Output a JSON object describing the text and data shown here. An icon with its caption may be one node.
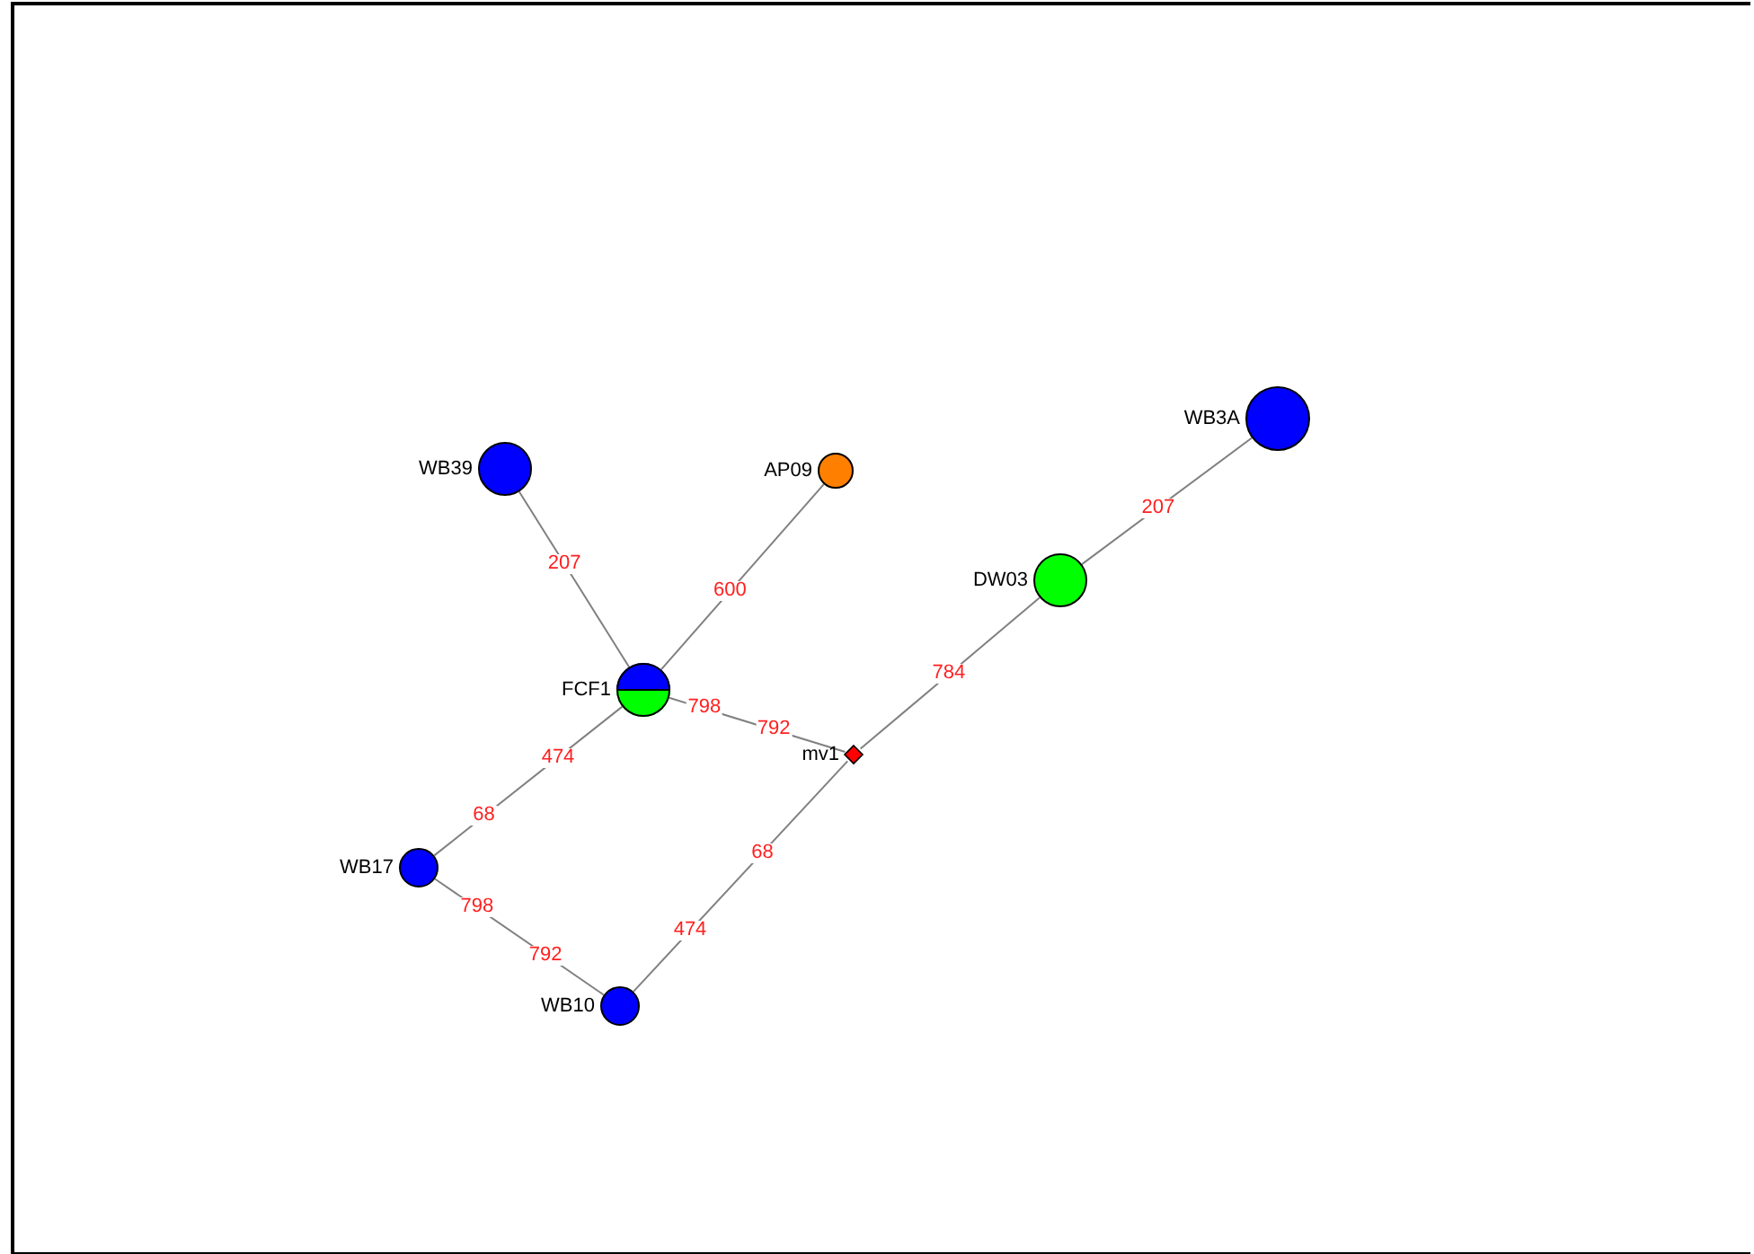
{
  "diagram": {
    "nodes": [
      {
        "text": [
          "WB3A"
        ]
      },
      {
        "text": [
          "WB39"
        ]
      },
      {
        "text": [
          "AP09"
        ]
      },
      {
        "text": [
          "DW03"
        ]
      },
      {
        "text": [
          "FCF1"
        ]
      },
      {
        "text": [
          "mv1"
        ]
      },
      {
        "text": [
          "WB17"
        ]
      },
      {
        "text": [
          "WB10"
        ]
      }
    ],
    "edges": [
      {
        "from": 1,
        "to": 4,
        "arrow": "none",
        "label": "207"
      },
      {
        "from": 2,
        "to": 4,
        "arrow": "none",
        "label": "600"
      },
      {
        "from": 0,
        "to": 3,
        "arrow": "none",
        "label": "207"
      },
      {
        "from": 3,
        "to": 5,
        "arrow": "none",
        "label": "784"
      },
      {
        "from": 4,
        "to": 5,
        "arrow": "none",
        "label": "798 792"
      },
      {
        "from": 4,
        "to": 6,
        "arrow": "none",
        "label": "474 68"
      },
      {
        "from": 6,
        "to": 7,
        "arrow": "none",
        "label": "798 792"
      },
      {
        "from": 5,
        "to": 7,
        "arrow": "none",
        "label": "68 474"
      }
    ]
  }
}
